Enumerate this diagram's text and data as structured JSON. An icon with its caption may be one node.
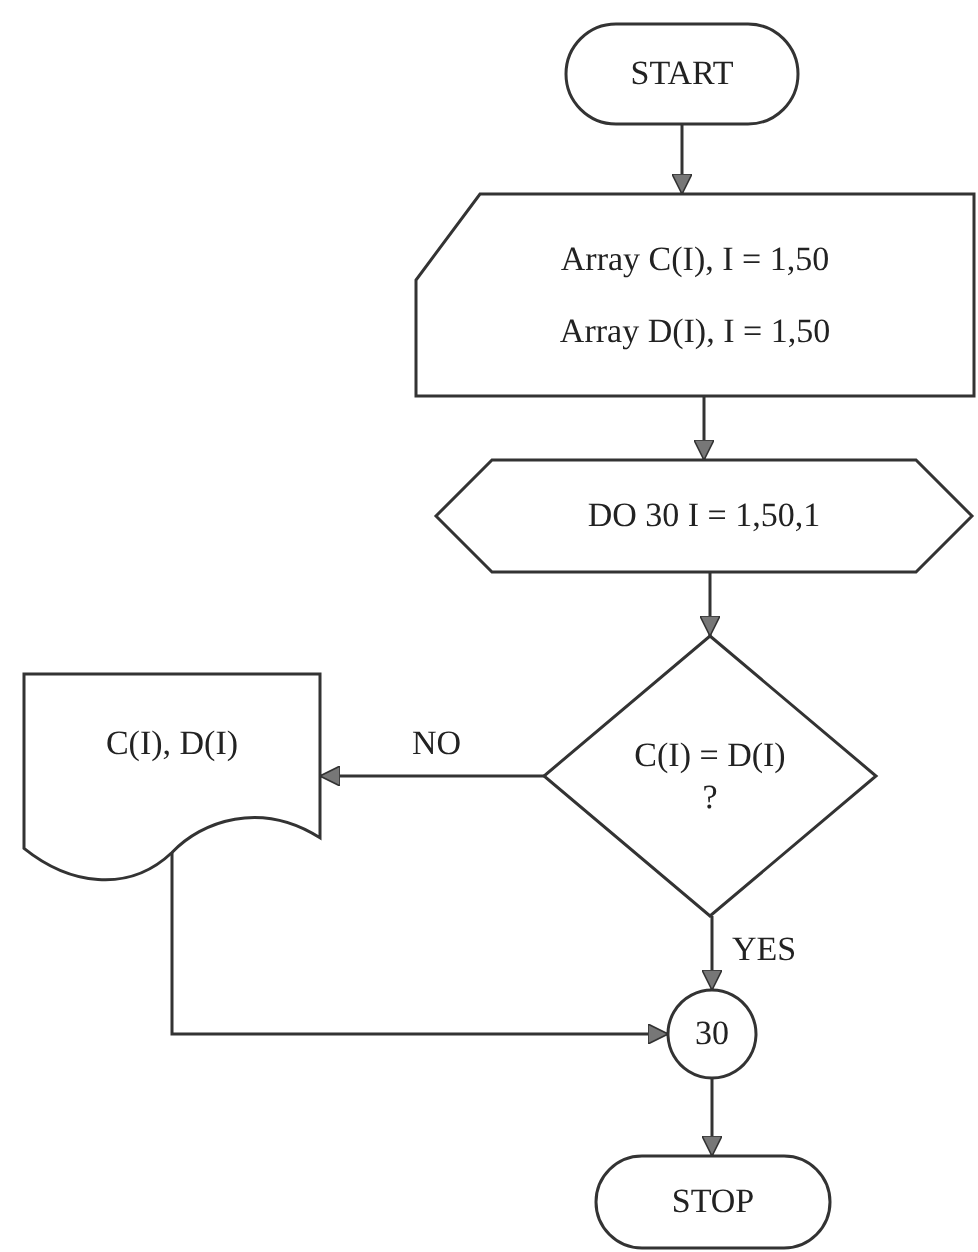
{
  "diagram": {
    "nodes": [
      {
        "text": [
          "START"
        ]
      },
      {
        "text": [
          "Array C(I), I = 1,50",
          "Array D(I), I = 1,50"
        ]
      },
      {
        "text": [
          "DO 30 I = 1,50,1"
        ]
      },
      {
        "text": [
          "C(I) = D(I) ?"
        ]
      },
      {
        "text": [
          "C(I), D(I)"
        ]
      },
      {
        "text": [
          "30"
        ]
      },
      {
        "text": [
          "STOP"
        ]
      }
    ],
    "edges": [
      {
        "from": 0,
        "to": 1,
        "arrow": "to"
      },
      {
        "from": 1,
        "to": 2,
        "arrow": "to"
      },
      {
        "from": 2,
        "to": 3,
        "arrow": "to"
      },
      {
        "from": 3,
        "to": 4,
        "arrow": "to",
        "label": "NO"
      },
      {
        "from": 3,
        "to": 5,
        "arrow": "to",
        "label": "YES"
      },
      {
        "from": 4,
        "to": 5,
        "arrow": "to"
      },
      {
        "from": 5,
        "to": 6,
        "arrow": "to"
      }
    ]
  }
}
